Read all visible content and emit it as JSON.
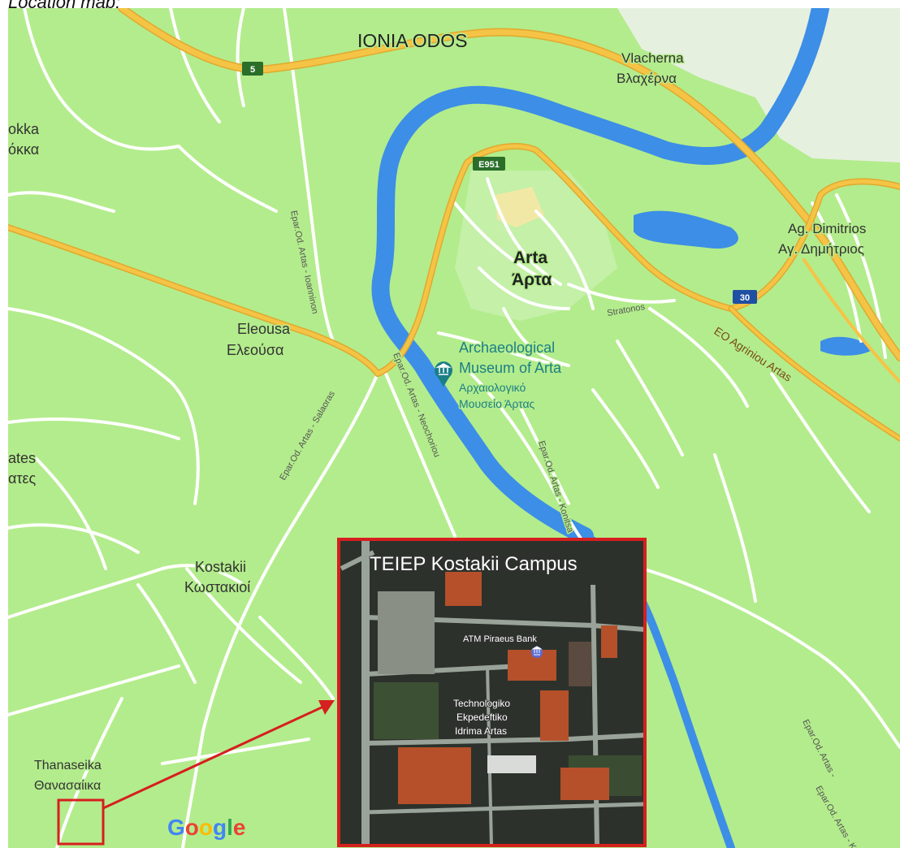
{
  "caption": "Location map:",
  "colors": {
    "land": "#b3ec8c",
    "water": "#3c8ee6",
    "minor_road": "#ffffff",
    "highway": "#f5c446",
    "highlight": "#d61f1f",
    "poi": "#1c7f86"
  },
  "labels": {
    "ionia_odos": "IONIA ODOS",
    "vlacherna_en": "Vlacherna",
    "vlacherna_gr": "Βλαχέρνα",
    "rokka_en": "okka",
    "rokka_gr": "όκκα",
    "arta_en": "Arta",
    "arta_gr": "Άρτα",
    "ag_dimitrios_en": "Ag. Dimitrios",
    "ag_dimitrios_gr": "Αγ. Δημήτριος",
    "eleousa_en": "Eleousa",
    "eleousa_gr": "Ελεούσα",
    "ates_en": "ates",
    "ates_gr": "ατες",
    "kostakii_en": "Kostakii",
    "kostakii_gr": "Κωστακιοί",
    "thanaseika_en": "Thanaseika",
    "thanaseika_gr": "Θανασαίικα",
    "stratonos": "Stratonos",
    "eo_agriniou": "EO Agriniou Artas",
    "epar_ioanninon": "Epar.Od. Artas - Ioanninon",
    "epar_salaoras": "Epar.Od. Artas - Salaoras",
    "epar_neochoriou": "Epar.Od. Artas - Neochoriou",
    "epar_konitsa": "Epar.Od. Artas - Konitsa",
    "epar_komm_1": "Epar.Od. Artas -",
    "epar_komm_2": "Epar.Od. Artas - Kommenou"
  },
  "poi": {
    "museum_en_1": "Archaeological",
    "museum_en_2": "Museum of Arta",
    "museum_gr_1": "Αρχαιολογικό",
    "museum_gr_2": "Μουσείο Άρτας",
    "museum_icon": "museum-icon"
  },
  "shields": {
    "route_5": "5",
    "route_e951": "E951",
    "route_30": "30"
  },
  "inset": {
    "title": "TEIEP Kostakii Campus",
    "atm": "ATM Piraeus Bank",
    "bank_icon": "bank-icon",
    "institute_1": "Technologiko",
    "institute_2": "Ekpedeftiko",
    "institute_3": "Idrima Artas"
  },
  "google_logo": {
    "letters": [
      "G",
      "o",
      "o",
      "g",
      "l",
      "e"
    ],
    "colors": [
      "#4285f4",
      "#ea4335",
      "#fbbc05",
      "#4285f4",
      "#34a853",
      "#ea4335"
    ]
  }
}
